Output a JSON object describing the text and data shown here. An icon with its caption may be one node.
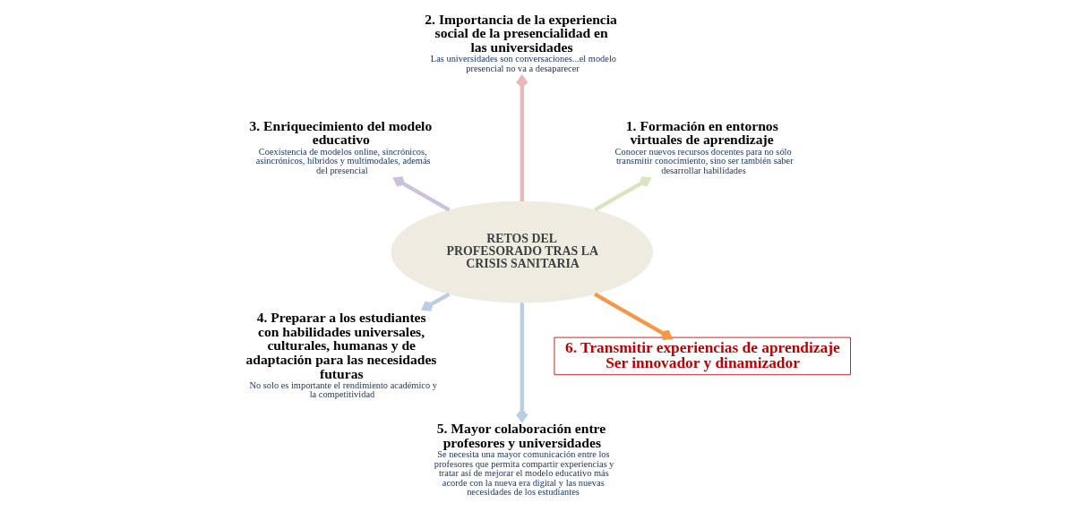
{
  "diagram": {
    "nodes": [
      {
        "text": [
          "RETOS DEL PROFESORADO TRAS LA CRISIS SANITARIA"
        ]
      },
      {
        "text": [
          "1. Formación en entornos virtuales de aprendizaje",
          "Conocer nuevos recursos docentes para no sólo transmitir conocimiento, sino ser también saber desarrollar habilidades"
        ]
      },
      {
        "text": [
          "2. Importancia de la experiencia social de la presencialidad en las universidades",
          "Las universidades son conversaciones...el modelo presencial no va a desaparecer"
        ]
      },
      {
        "text": [
          "3. Enriquecimiento del modelo educativo",
          "Coexistencia de modelos online, sincrónicos, asincrónicos, híbridos y multimodales, además del presencial"
        ]
      },
      {
        "text": [
          "4. Preparar a los estudiantes con habilidades universales, culturales, humanas y de adaptación para las necesidades futuras",
          "No solo es importante el rendimiento académico y la competitividad"
        ]
      },
      {
        "text": [
          "5. Mayor colaboración entre profesores y universidades",
          "Se necesita una mayor comunicación entre los profesores que permita compartir experiencias y tratar así de mejorar el modelo educativo más acorde con la nueva era digital y las nuevas necesidades de los estudiantes"
        ]
      },
      {
        "text": [
          "6. Transmitir experiencias de aprendizaje",
          "Ser innovador y dinamizador"
        ]
      }
    ],
    "edges": [
      {
        "from": 0,
        "to": 1,
        "arrow": "to",
        "color": "#d7e4bd"
      },
      {
        "from": 0,
        "to": 2,
        "arrow": "to",
        "color": "#e6b9b8"
      },
      {
        "from": 0,
        "to": 3,
        "arrow": "to",
        "color": "#ccc1da"
      },
      {
        "from": 0,
        "to": 4,
        "arrow": "to",
        "color": "#b9cde5"
      },
      {
        "from": 0,
        "to": 5,
        "arrow": "to",
        "color": "#b9cde5"
      },
      {
        "from": 0,
        "to": 6,
        "arrow": "to",
        "color": "#f79646"
      }
    ]
  }
}
